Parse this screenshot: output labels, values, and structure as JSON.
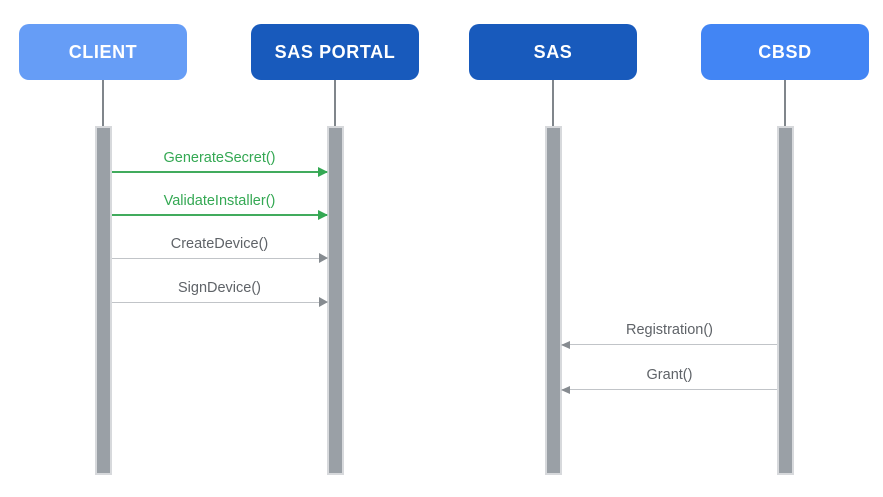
{
  "diagram": {
    "type": "sequence-diagram",
    "background_color": "#ffffff",
    "actors": [
      {
        "id": "client",
        "label": "CLIENT",
        "box_color": "#669df6",
        "text_color": "#ffffff"
      },
      {
        "id": "sas-portal",
        "label": "SAS PORTAL",
        "box_color": "#185abc",
        "text_color": "#ffffff"
      },
      {
        "id": "sas",
        "label": "SAS",
        "box_color": "#185abc",
        "text_color": "#ffffff"
      },
      {
        "id": "cbsd",
        "label": "CBSD",
        "box_color": "#4285f4",
        "text_color": "#ffffff"
      }
    ],
    "messages": [
      {
        "label": "GenerateSecret()",
        "from": "client",
        "to": "sas-portal",
        "direction": "right",
        "color": "#34a853",
        "style": "green"
      },
      {
        "label": "ValidateInstaller()",
        "from": "client",
        "to": "sas-portal",
        "direction": "right",
        "color": "#34a853",
        "style": "green"
      },
      {
        "label": "CreateDevice()",
        "from": "client",
        "to": "sas-portal",
        "direction": "right",
        "color": "#5f6368",
        "style": "gray"
      },
      {
        "label": "SignDevice()",
        "from": "client",
        "to": "sas-portal",
        "direction": "right",
        "color": "#5f6368",
        "style": "gray"
      },
      {
        "label": "Registration()",
        "from": "cbsd",
        "to": "sas",
        "direction": "left",
        "color": "#5f6368",
        "style": "gray"
      },
      {
        "label": "Grant()",
        "from": "cbsd",
        "to": "sas",
        "direction": "left",
        "color": "#5f6368",
        "style": "gray"
      }
    ],
    "colors": {
      "lifeline_gray": "#9aa0a6",
      "activation_border": "#d7d9dc",
      "arrow_green": "#34a853",
      "arrow_gray_line": "#c1c4c8",
      "arrow_gray_head": "#868b90"
    }
  }
}
